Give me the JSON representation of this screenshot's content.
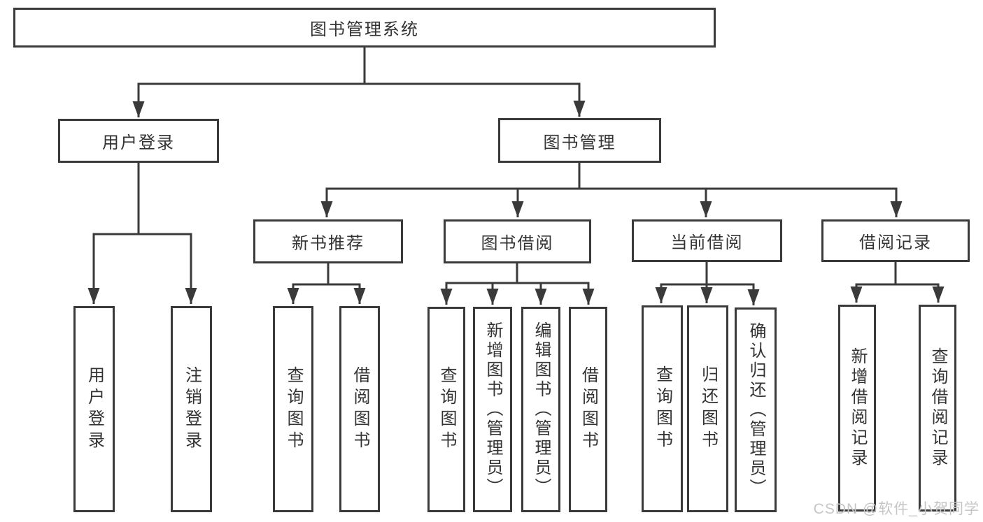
{
  "diagram": {
    "type": "hierarchy-tree",
    "title": "图书管理系统",
    "watermark": "CSDN @软件_小贺同学",
    "colors": {
      "line": "#3a3a3a",
      "box_border": "#3a3a3a",
      "box_fill": "#ffffff",
      "text": "#333333",
      "watermark": "#c6c6c6",
      "background": "#ffffff"
    },
    "nodes": {
      "root": {
        "label": "图书管理系统",
        "parent": null
      },
      "user_login": {
        "label": "用户登录",
        "parent": "root"
      },
      "book_mgmt": {
        "label": "图书管理",
        "parent": "root"
      },
      "new_book_rec": {
        "label": "新书推荐",
        "parent": "book_mgmt"
      },
      "book_borrow": {
        "label": "图书借阅",
        "parent": "book_mgmt"
      },
      "current_borrow": {
        "label": "当前借阅",
        "parent": "book_mgmt"
      },
      "borrow_records": {
        "label": "借阅记录",
        "parent": "book_mgmt"
      },
      "leaf_user_login": {
        "label": "用户登录",
        "parent": "user_login"
      },
      "leaf_logout": {
        "label": "注销登录",
        "parent": "user_login"
      },
      "leaf_query_book_1": {
        "label": "查询图书",
        "parent": "new_book_rec"
      },
      "leaf_borrow_book_1": {
        "label": "借阅图书",
        "parent": "new_book_rec"
      },
      "leaf_query_book_2": {
        "label": "查询图书",
        "parent": "book_borrow"
      },
      "leaf_add_book": {
        "label": "新增图书（管理员）",
        "parent": "book_borrow"
      },
      "leaf_edit_book": {
        "label": "编辑图书（管理员）",
        "parent": "book_borrow"
      },
      "leaf_borrow_book_2": {
        "label": "借阅图书",
        "parent": "book_borrow"
      },
      "leaf_query_book_3": {
        "label": "查询图书",
        "parent": "current_borrow"
      },
      "leaf_return_book": {
        "label": "归还图书",
        "parent": "current_borrow"
      },
      "leaf_confirm_return": {
        "label": "确认归还（管理员）",
        "parent": "current_borrow"
      },
      "leaf_add_record": {
        "label": "新增借阅记录",
        "parent": "borrow_records"
      },
      "leaf_query_record": {
        "label": "查询借阅记录",
        "parent": "borrow_records"
      }
    }
  }
}
